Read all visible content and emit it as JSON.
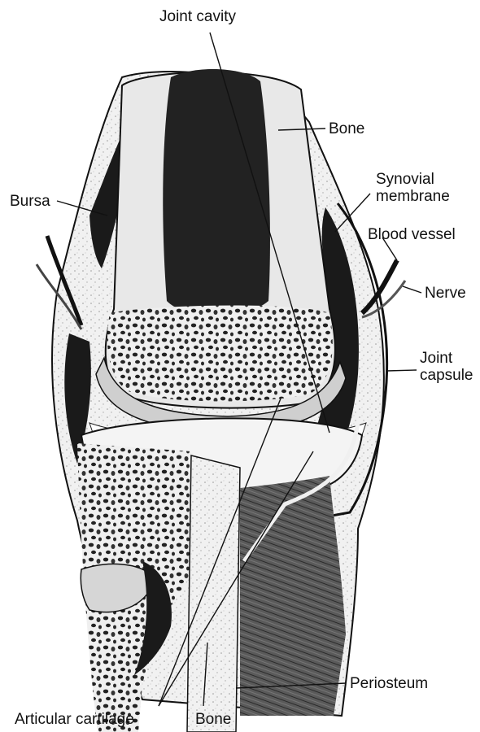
{
  "labels": {
    "joint_cavity": "Joint cavity",
    "bone_top": "Bone",
    "bursa": "Bursa",
    "synovial_line1": "Synovial",
    "synovial_line2": "membrane",
    "blood_vessel": "Blood vessel",
    "nerve": "Nerve",
    "joint_capsule_line1": "Joint",
    "joint_capsule_line2": "capsule",
    "periosteum": "Periosteum",
    "articular_cartilage": "Articular cartilage",
    "bone_bottom": "Bone"
  },
  "colors": {
    "ink": "#111111",
    "dark_fill": "#1a1a1a",
    "mid_fill": "#6e6e6e",
    "light_fill": "#d9d9d9",
    "paper": "#ffffff"
  }
}
